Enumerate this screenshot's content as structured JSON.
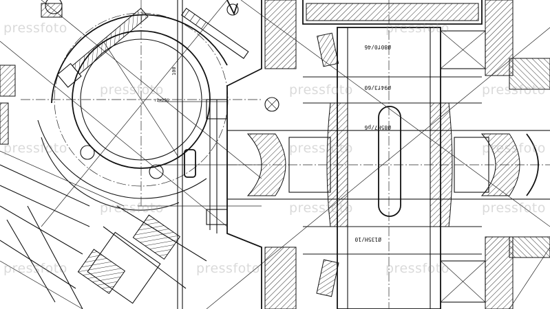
{
  "dimensions": {
    "d80": "Ø80f0/46",
    "d94": "Ø94f3/60",
    "d85": "Ø85H7/p6",
    "d135": "Ø135H/10",
    "r256": "r2=256",
    "l100": "100"
  },
  "watermark": {
    "text": "pressfoto",
    "color": "#969696"
  },
  "colors": {
    "line": "#111111",
    "background": "#ffffff"
  }
}
